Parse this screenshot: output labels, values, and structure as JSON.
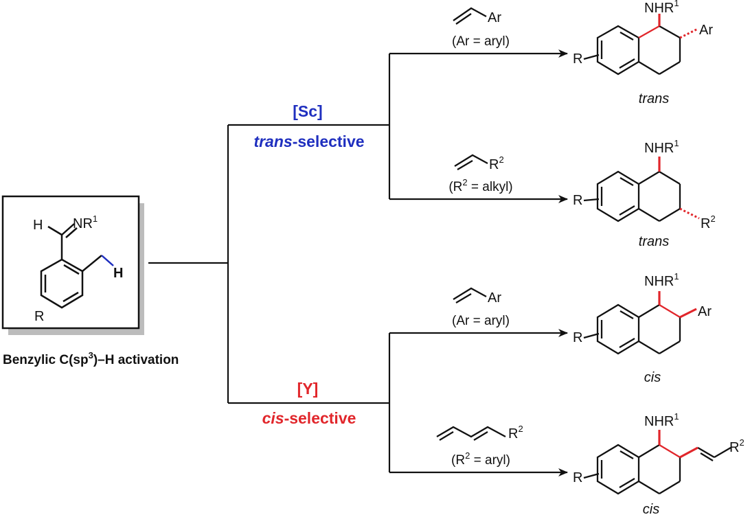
{
  "colors": {
    "sc_blue": "#1f2fbf",
    "y_red": "#e1262b",
    "bond_red": "#e1262b",
    "ink": "#111111",
    "shadow": "#bcbcbc"
  },
  "substrate": {
    "imine_h": "H",
    "imine_n": "NR",
    "imine_n_sup": "1",
    "ring_r": "R",
    "benzylic_h": "H",
    "caption_main": "Benzylic C(sp",
    "caption_sup": "3",
    "caption_end": ")–H activation"
  },
  "sc": {
    "catalyst": "[Sc]",
    "selectivity_italic": "trans",
    "selectivity_rest": "-selective"
  },
  "y": {
    "catalyst": "[Y]",
    "selectivity_italic": "cis",
    "selectivity_rest": "-selective"
  },
  "routes": [
    {
      "reagent": "Ar",
      "condition": "(Ar = aryl)",
      "product_amine": "NHR",
      "product_amine_sup": "1",
      "product_r": "R",
      "product_sub": "Ar",
      "stereo": "trans"
    },
    {
      "reagent": "R",
      "reagent_sup": "2",
      "condition_pre": "(R",
      "condition_sup": "2",
      "condition_post": " = alkyl)",
      "product_amine": "NHR",
      "product_amine_sup": "1",
      "product_r": "R",
      "product_sub": "R",
      "product_sub_sup": "2",
      "stereo": "trans"
    },
    {
      "reagent": "Ar",
      "condition": "(Ar = aryl)",
      "product_amine": "NHR",
      "product_amine_sup": "1",
      "product_r": "R",
      "product_sub": "Ar",
      "stereo": "cis"
    },
    {
      "reagent": "R",
      "reagent_sup": "2",
      "condition_pre": "(R",
      "condition_sup": "2",
      "condition_post": " = aryl)",
      "product_amine": "NHR",
      "product_amine_sup": "1",
      "product_r": "R",
      "product_sub": "R",
      "product_sub_sup": "2",
      "stereo": "cis"
    }
  ]
}
